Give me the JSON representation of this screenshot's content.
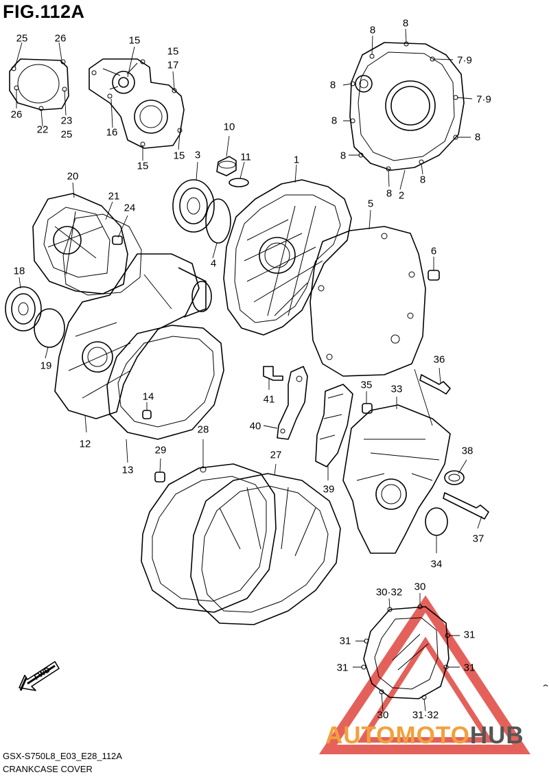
{
  "figure": {
    "title": "FIG.112A",
    "model_code": "GSX-S750L8_E03_E28_112A",
    "section_name": "CRANKCASE COVER",
    "direction_marker": "FWD"
  },
  "part_labels": [
    {
      "id": "l-25a",
      "text": "25"
    },
    {
      "id": "l-26a",
      "text": "26"
    },
    {
      "id": "l-26b",
      "text": "26"
    },
    {
      "id": "l-22",
      "text": "22"
    },
    {
      "id": "l-23",
      "text": "23"
    },
    {
      "id": "l-25b",
      "text": "25"
    },
    {
      "id": "l-15a",
      "text": "15"
    },
    {
      "id": "l-15b",
      "text": "15"
    },
    {
      "id": "l-17",
      "text": "17"
    },
    {
      "id": "l-16",
      "text": "16"
    },
    {
      "id": "l-15c",
      "text": "15"
    },
    {
      "id": "l-15d",
      "text": "15"
    },
    {
      "id": "l-8a",
      "text": "8"
    },
    {
      "id": "l-8b",
      "text": "8"
    },
    {
      "id": "l-79a",
      "text": "7·9"
    },
    {
      "id": "l-8c",
      "text": "8"
    },
    {
      "id": "l-79b",
      "text": "7·9"
    },
    {
      "id": "l-8d",
      "text": "8"
    },
    {
      "id": "l-8e",
      "text": "8"
    },
    {
      "id": "l-8f",
      "text": "8"
    },
    {
      "id": "l-8g",
      "text": "8"
    },
    {
      "id": "l-2",
      "text": "2"
    },
    {
      "id": "l-8h",
      "text": "8"
    },
    {
      "id": "l-10",
      "text": "10"
    },
    {
      "id": "l-11",
      "text": "11"
    },
    {
      "id": "l-3",
      "text": "3"
    },
    {
      "id": "l-1",
      "text": "1"
    },
    {
      "id": "l-20",
      "text": "20"
    },
    {
      "id": "l-21",
      "text": "21"
    },
    {
      "id": "l-24",
      "text": "24"
    },
    {
      "id": "l-4",
      "text": "4"
    },
    {
      "id": "l-5",
      "text": "5"
    },
    {
      "id": "l-6",
      "text": "6"
    },
    {
      "id": "l-18",
      "text": "18"
    },
    {
      "id": "l-19",
      "text": "19"
    },
    {
      "id": "l-36",
      "text": "36"
    },
    {
      "id": "l-41",
      "text": "41"
    },
    {
      "id": "l-35",
      "text": "35"
    },
    {
      "id": "l-33",
      "text": "33"
    },
    {
      "id": "l-14",
      "text": "14"
    },
    {
      "id": "l-40",
      "text": "40"
    },
    {
      "id": "l-12",
      "text": "12"
    },
    {
      "id": "l-28",
      "text": "28"
    },
    {
      "id": "l-38",
      "text": "38"
    },
    {
      "id": "l-13",
      "text": "13"
    },
    {
      "id": "l-29",
      "text": "29"
    },
    {
      "id": "l-27",
      "text": "27"
    },
    {
      "id": "l-39",
      "text": "39"
    },
    {
      "id": "l-37",
      "text": "37"
    },
    {
      "id": "l-34",
      "text": "34"
    },
    {
      "id": "l-3032a",
      "text": "30·32"
    },
    {
      "id": "l-30a",
      "text": "30"
    },
    {
      "id": "l-31a",
      "text": "31"
    },
    {
      "id": "l-31b",
      "text": "31"
    },
    {
      "id": "l-31c",
      "text": "31"
    },
    {
      "id": "l-31d",
      "text": "31"
    },
    {
      "id": "l-30b",
      "text": "30"
    },
    {
      "id": "l-3132",
      "text": "31·32"
    }
  ],
  "watermark": {
    "brand_part1": "AUTOMOTO",
    "brand_part2": "HUB",
    "color_red": "#e0463f",
    "color_orange": "#f2a03c",
    "color_dark": "#555555"
  }
}
